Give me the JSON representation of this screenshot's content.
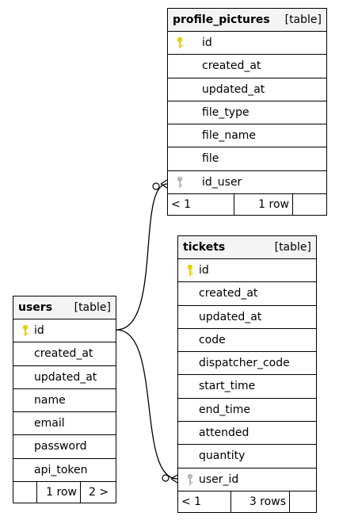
{
  "tables": {
    "profile_pictures": {
      "name": "profile_pictures",
      "kind": "[table]",
      "columns": [
        "id",
        "created_at",
        "updated_at",
        "file_type",
        "file_name",
        "file",
        "id_user"
      ],
      "footer": {
        "prev": "< 1",
        "rows": "1 row"
      }
    },
    "tickets": {
      "name": "tickets",
      "kind": "[table]",
      "columns": [
        "id",
        "created_at",
        "updated_at",
        "code",
        "dispatcher_code",
        "start_time",
        "end_time",
        "attended",
        "quantity",
        "user_id"
      ],
      "footer": {
        "prev": "< 1",
        "rows": "3 rows"
      }
    },
    "users": {
      "name": "users",
      "kind": "[table]",
      "columns": [
        "id",
        "created_at",
        "updated_at",
        "name",
        "email",
        "password",
        "api_token"
      ],
      "footer": {
        "rows": "1 row",
        "next": "2 >"
      }
    }
  },
  "colors": {
    "primary_key": "#e6cf00",
    "foreign_key": "#b8b8b8"
  }
}
